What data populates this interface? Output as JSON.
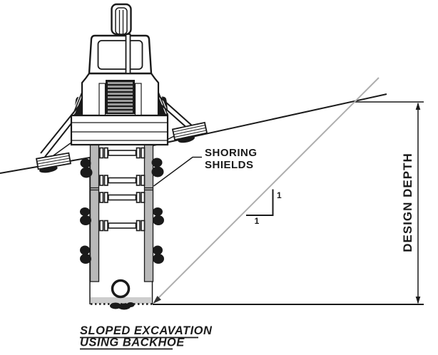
{
  "caption": {
    "line1": "SLOPED EXCAVATION",
    "line2": "USING BACKHOE"
  },
  "labels": {
    "shoring_line1": "SHORING",
    "shoring_line2": "SHIELDS",
    "design_depth": "DESIGN DEPTH",
    "slope_ratio_vertical": "1",
    "slope_ratio_horizontal": "1"
  },
  "colors": {
    "line": "#1a1a1a",
    "slope": "#aeaeae",
    "shield": "#b9b9b9",
    "bed": "#cdcdcd",
    "slat": "#9a9a9a",
    "bg": "#ffffff"
  }
}
